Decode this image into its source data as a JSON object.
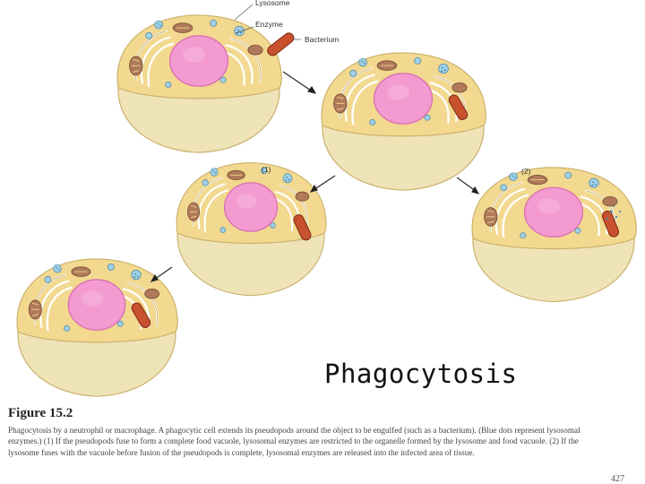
{
  "labels": {
    "lysosome": "Lysosome",
    "enzyme": "Enzyme",
    "bacterium": "Bacterium",
    "step1": "(1)",
    "step2": "(2)"
  },
  "overlay_title": "Phagocytosis",
  "figure": {
    "label": "Figure 15.2",
    "caption": "Phagocytosis by a neutrophil or macrophage. A phagocytic cell extends its pseudopods around the object to be engulfed (such as a bacterium). (Blue dots represent lysosomal enzymes.) (1) If the pseudopods fuse to form a complete food vacuole, lysosomal enzymes are restricted to the organelle formed by the lysosome and food vacuole. (2) If the lysosome fuses with the vacuole before fusion of the pseudopods is complete, lysosomal enzymes are released into the infected area of tissue.",
    "page_number": "427"
  },
  "colors": {
    "cytoplasm": "#f2dc9a",
    "cytoplasm_lower": "#efe0b0",
    "membrane": "#cfb46a",
    "nucleus": "#f39ad0",
    "nucleus_edge": "#d96fb0",
    "er": "#ffffff",
    "mitochondrion": "#b07a5a",
    "vesicle": "#9fd0e6",
    "bacterium": "#c8512e"
  }
}
